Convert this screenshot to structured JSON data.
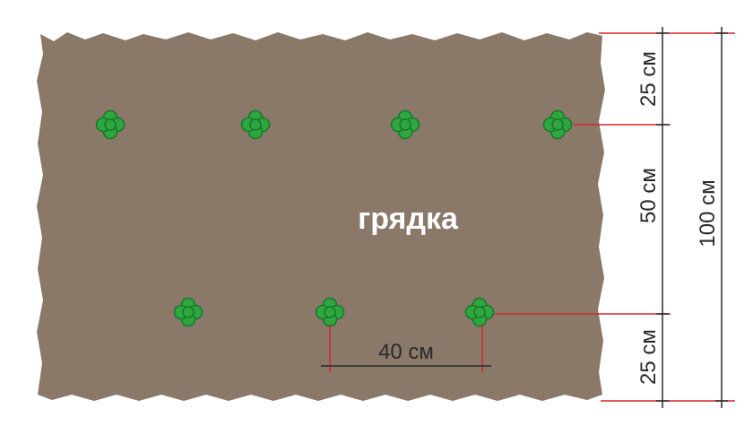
{
  "diagram": {
    "bed_label": "грядка",
    "dimensions": {
      "top_margin": "25 см",
      "row_spacing": "50 см",
      "bottom_margin": "25 см",
      "total_width": "100 см",
      "plant_spacing": "40 см"
    },
    "rows": [
      {
        "name": "top-row",
        "plant_count": 4
      },
      {
        "name": "bottom-row",
        "plant_count": 3
      }
    ],
    "colors": {
      "soil": "#8a7869",
      "plant": "#2fa63f",
      "plant_outline": "#137a2a",
      "dimension_line": "#d8232a",
      "dimension_line_dark": "#2a2a2a",
      "bed_label": "#ffffff"
    },
    "icons": [
      "plant-icon"
    ]
  }
}
